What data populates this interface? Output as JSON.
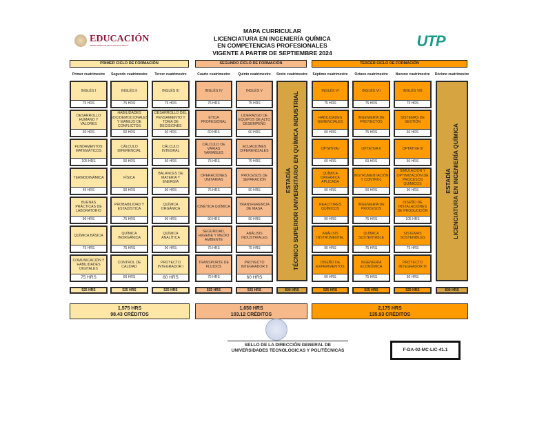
{
  "header": {
    "title_lines": [
      "MAPA CURRICULAR",
      "LICENCIATURA EN INGENIERÍA QUÍMICA",
      "EN COMPETENCIAS PROFESIONALES",
      "VIGENTE A PARTIR DE SEPTIEMBRE 2024"
    ],
    "left_logo": "EDUCACIÓN",
    "left_logo_sub": "SECRETARÍA DE EDUCACIÓN PÚBLICA",
    "right_logo": "UTP"
  },
  "colors": {
    "first": "#FDE6A6",
    "second": "#F6B98A",
    "third": "#FF9A00",
    "estadia": "#D6A440"
  },
  "cycles": [
    {
      "label": "PRIMER CICLO DE FORMACIÓN",
      "hours": "1,575 HRS",
      "credits": "98.43 CRÉDITOS"
    },
    {
      "label": "SEGUNDO CICLO DE FORMACIÓN",
      "hours": "1,650 HRS",
      "credits": "103.12 CRÉDITOS"
    },
    {
      "label": "TERCER CICLO DE FORMACIÓN",
      "hours": "2,175 HRS",
      "credits": "135.93 CRÉDITOS"
    }
  ],
  "columns": [
    {
      "header": "Primer cuatrimestre",
      "cycle": 0,
      "total": "525 HRS",
      "subjects": [
        {
          "name": "INGLÉS I",
          "hours": "75 HRS"
        },
        {
          "name": "DESARROLLO HUMANO Y VALORES",
          "hours": "60 HRS"
        },
        {
          "name": "FUNDAMENTOS MATEMÁTICOS",
          "hours": "105 HRS"
        },
        {
          "name": "TERMODINÁMICA",
          "hours": "45 HRS"
        },
        {
          "name": "BUENAS PRÁCTICAS DE LABORATORIO",
          "hours": "90 HRS"
        },
        {
          "name": "QUÍMICA BÁSICA",
          "hours": "75 HRS"
        },
        {
          "name": "COMUNICACIÓN Y HABILIDADES DIGITALES",
          "hours": "75 HRS"
        }
      ]
    },
    {
      "header": "Segundo cuatrimestre",
      "cycle": 0,
      "total": "525 HRS",
      "subjects": [
        {
          "name": "INGLÉS II",
          "hours": "75 HRS"
        },
        {
          "name": "HABILIDADES SOCIOEMOCIONALES Y MANEJO DE CONFLICTOS",
          "hours": "60 HRS"
        },
        {
          "name": "CÁLCULO DIFERENCIAL",
          "hours": "90 HRS"
        },
        {
          "name": "FÍSICA",
          "hours": "90 HRS"
        },
        {
          "name": "PROBABILIDAD Y ESTADÍSTICA",
          "hours": "75 HRS"
        },
        {
          "name": "QUÍMICA INORGÁNICA",
          "hours": "75 HRS"
        },
        {
          "name": "CONTROL DE CALIDAD",
          "hours": "60 HRS"
        }
      ]
    },
    {
      "header": "Tercer cuatrimestre",
      "cycle": 0,
      "total": "525 HRS",
      "subjects": [
        {
          "name": "INGLÉS III",
          "hours": "75 HRS"
        },
        {
          "name": "DESARROLLO DEL PENSAMIENTO Y TOMA DE DECISIONES",
          "hours": "60 HRS"
        },
        {
          "name": "CÁLCULO INTEGRAL",
          "hours": "60 HRS"
        },
        {
          "name": "BALANCES DE MATERIA Y ENERGÍA",
          "hours": "90 HRS"
        },
        {
          "name": "QUÍMICA ORGÁNICA",
          "hours": "90 HRS"
        },
        {
          "name": "QUÍMICA ANALÍTICA",
          "hours": "90 HRS"
        },
        {
          "name": "PROYECTO INTEGRADOR I",
          "hours": "60 HRS"
        }
      ]
    },
    {
      "header": "Cuarto cuatrimestre",
      "cycle": 1,
      "total": "525 HRS",
      "subjects": [
        {
          "name": "INGLÉS IV",
          "hours": "75 HRS"
        },
        {
          "name": "ÉTICA PROFESIONAL",
          "hours": "60 HRS"
        },
        {
          "name": "CÁLCULO DE VARIAS VARIABLES",
          "hours": "75 HRS"
        },
        {
          "name": "OPERACIONES UNITARIAS",
          "hours": "75 HRS"
        },
        {
          "name": "CINÉTICA QUÍMICA",
          "hours": "90 HRS"
        },
        {
          "name": "SEGURIDAD, HIGIENE Y MEDIO AMBIENTE",
          "hours": "75 HRS"
        },
        {
          "name": "TRANSPORTE DE FLUIDOS",
          "hours": "75 HRS"
        }
      ]
    },
    {
      "header": "Quinto cuatrimestre",
      "cycle": 1,
      "total": "525 HRS",
      "subjects": [
        {
          "name": "INGLÉS V",
          "hours": "75 HRS"
        },
        {
          "name": "LIDERAZGO DE EQUIPOS DE ALTO DESEMPEÑO",
          "hours": "60 HRS"
        },
        {
          "name": "ECUACIONES DIFERENCIALES",
          "hours": "75 HRS"
        },
        {
          "name": "PROCESOS DE SEPARACIÓN",
          "hours": "90 HRS"
        },
        {
          "name": "TRANSFERENCIA DE MASA",
          "hours": "90 HRS"
        },
        {
          "name": "ANÁLISIS INDUSTRIALES",
          "hours": "75 HRS"
        },
        {
          "name": "PROYECTO INTEGRADOR II",
          "hours": "60 HRS"
        }
      ]
    },
    {
      "header": "Sexto cuatrimestre",
      "cycle": 1,
      "total": "600 HRS",
      "estadia": [
        "ESTADÍA",
        "TÉCNICO SUPERIOR UNIVERSITARIO EN QUÍMICA INDUSTRIAL"
      ]
    },
    {
      "header": "Séptimo cuatrimestre",
      "cycle": 2,
      "total": "525 HRS",
      "subjects": [
        {
          "name": "INGLÉS VI",
          "hours": "75 HRS"
        },
        {
          "name": "HABILIDADES GERENCIALES",
          "hours": "60 HRS"
        },
        {
          "name": "OPTATIVA I",
          "hours": "60 HRS"
        },
        {
          "name": "QUÍMICA ORGÁNICA APLICADA",
          "hours": "90 HRS"
        },
        {
          "name": "REACTORES QUÍMICOS",
          "hours": "90 HRS"
        },
        {
          "name": "ANÁLISIS INSTRUMENTAL",
          "hours": "90 HRS"
        },
        {
          "name": "DISEÑO DE EXPERIMENTOS",
          "hours": "60 HRS"
        }
      ]
    },
    {
      "header": "Octavo cuatrimestre",
      "cycle": 2,
      "total": "525 HRS",
      "subjects": [
        {
          "name": "INGLÉS VII",
          "hours": "75 HRS"
        },
        {
          "name": "INGENIERÍA DE PROYECTOS",
          "hours": "75 HRS"
        },
        {
          "name": "OPTATIVA II",
          "hours": "60 HRS"
        },
        {
          "name": "INSTRUMENTACIÓN Y CONTROL",
          "hours": "90 HRS"
        },
        {
          "name": "INGENIERÍA DE PROCESOS",
          "hours": "75 HRS"
        },
        {
          "name": "QUÍMICA SUSTENTABLE",
          "hours": "75 HRS"
        },
        {
          "name": "INGENIERÍA ECONÓMICA",
          "hours": "75 HRS"
        }
      ]
    },
    {
      "header": "Noveno cuatrimestre",
      "cycle": 2,
      "total": "525 HRS",
      "subjects": [
        {
          "name": "INGLÉS VIII",
          "hours": "75 HRS"
        },
        {
          "name": "SISTEMAS DE GESTIÓN",
          "hours": "60 HRS"
        },
        {
          "name": "OPTATIVA III",
          "hours": "60 HRS"
        },
        {
          "name": "SIMULACIÓN Y OPTIMIZACIÓN DE PROCESOS QUÍMICOS",
          "hours": "90 HRS"
        },
        {
          "name": "DISEÑO DE INSTALACIONES DE PRODUCCIÓN",
          "hours": "105 HRS"
        },
        {
          "name": "SISTEMAS SOSTENIBLES",
          "hours": "75 HRS"
        },
        {
          "name": "PROYECTO INTEGRADOR III",
          "hours": "60 HRS"
        }
      ]
    },
    {
      "header": "Décimo cuatrimestre",
      "cycle": 2,
      "total": "600 HRS",
      "estadia": [
        "ESTADÍA",
        "LICENCIATURA EN INGENIERÍA QUÍMICA"
      ]
    }
  ],
  "footer": {
    "seal_text": "SELLO DE LA DIRECCIÓN GENERAL DE UNIVERSIDADES TECNOLÓGICAS Y POLITÉCNICAS",
    "code": "F-DA-02-MC-LIC-41.1"
  }
}
